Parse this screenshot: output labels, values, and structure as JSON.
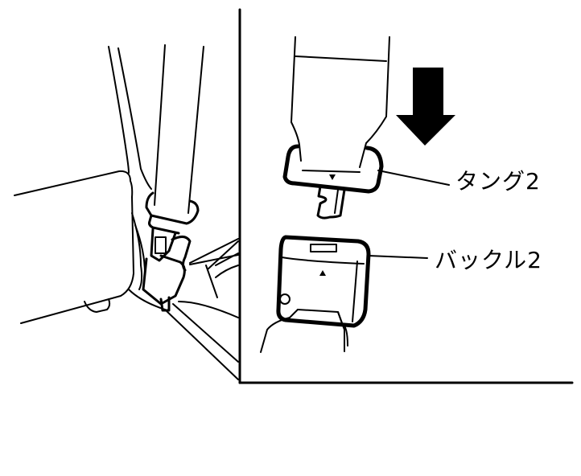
{
  "figure": {
    "type": "seat belt fastening instruction illustration",
    "colors": {
      "line": "#000000",
      "background": "#ffffff"
    },
    "left_panel": {
      "description": "Vehicle seat with belt tongue inserted into buckle at seat side"
    },
    "right_panel": {
      "description": "Close-up: tongue being pushed down into buckle",
      "arrow": {
        "direction": "down",
        "icon": "arrow-down-icon"
      },
      "labels": [
        {
          "id": "tongue",
          "text": "タング2"
        },
        {
          "id": "buckle",
          "text": "バックル2"
        }
      ]
    }
  }
}
